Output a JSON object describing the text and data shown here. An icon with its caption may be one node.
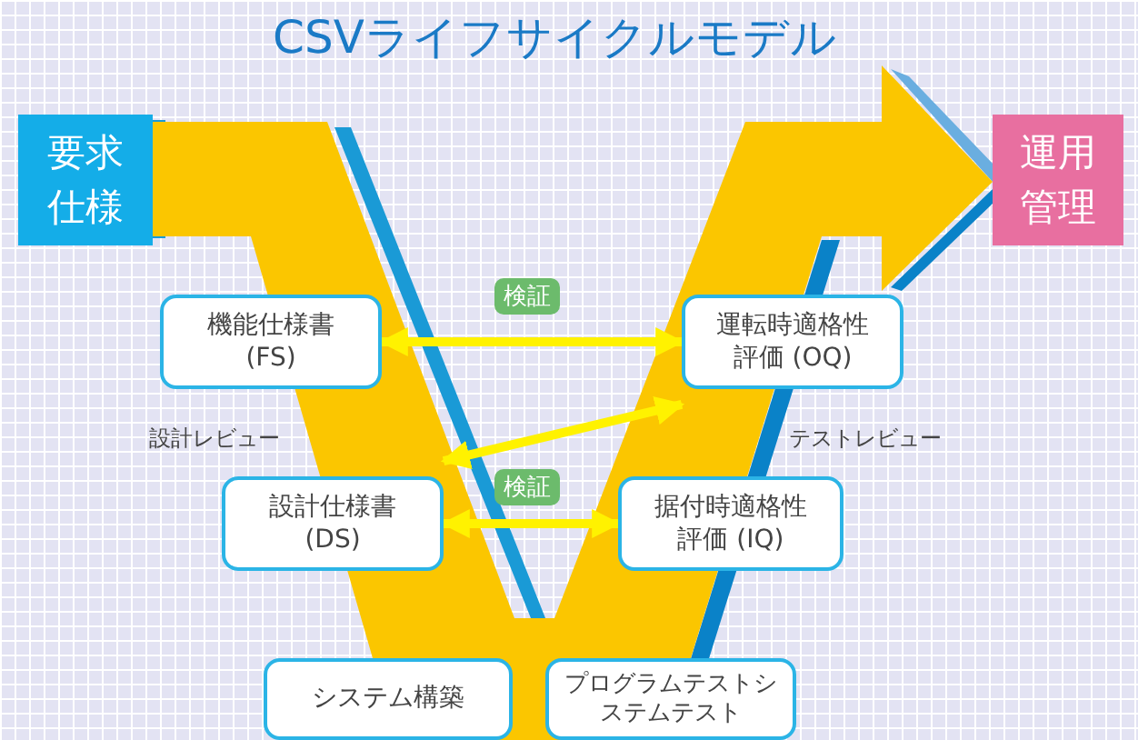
{
  "diagram": {
    "title": "CSVライフサイクルモデル",
    "nodes": [
      {
        "text": [
          "要求仕様"
        ]
      },
      {
        "text": [
          "運用管理"
        ]
      },
      {
        "text": [
          "機能仕様書 (FS)"
        ]
      },
      {
        "text": [
          "運転時適格性評価 (OQ)"
        ]
      },
      {
        "text": [
          "設計仕様書 (DS)"
        ]
      },
      {
        "text": [
          "据付時適格性評価 (IQ)"
        ]
      },
      {
        "text": [
          "システム構築"
        ]
      },
      {
        "text": [
          "プログラムテストシステムテスト"
        ]
      }
    ],
    "edges": [
      {
        "from": 2,
        "to": 3,
        "arrow": "both",
        "label": "検証"
      },
      {
        "from": 4,
        "to": 3,
        "arrow": "both"
      },
      {
        "from": 4,
        "to": 5,
        "arrow": "both",
        "label": "検証"
      }
    ],
    "labels": [
      "設計レビュー",
      "テストレビュー"
    ]
  }
}
